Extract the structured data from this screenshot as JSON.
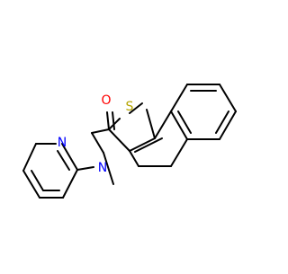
{
  "molecule": {
    "atom_labels": {
      "oxygen": "O",
      "sulfur": "S",
      "amide_nitrogen": "N",
      "pyridine_nitrogen": "N"
    },
    "colors": {
      "bond": "#000000",
      "oxygen": "#ff0000",
      "sulfur": "#b5a400",
      "nitrogen": "#0000ff",
      "background": "#ffffff"
    }
  }
}
